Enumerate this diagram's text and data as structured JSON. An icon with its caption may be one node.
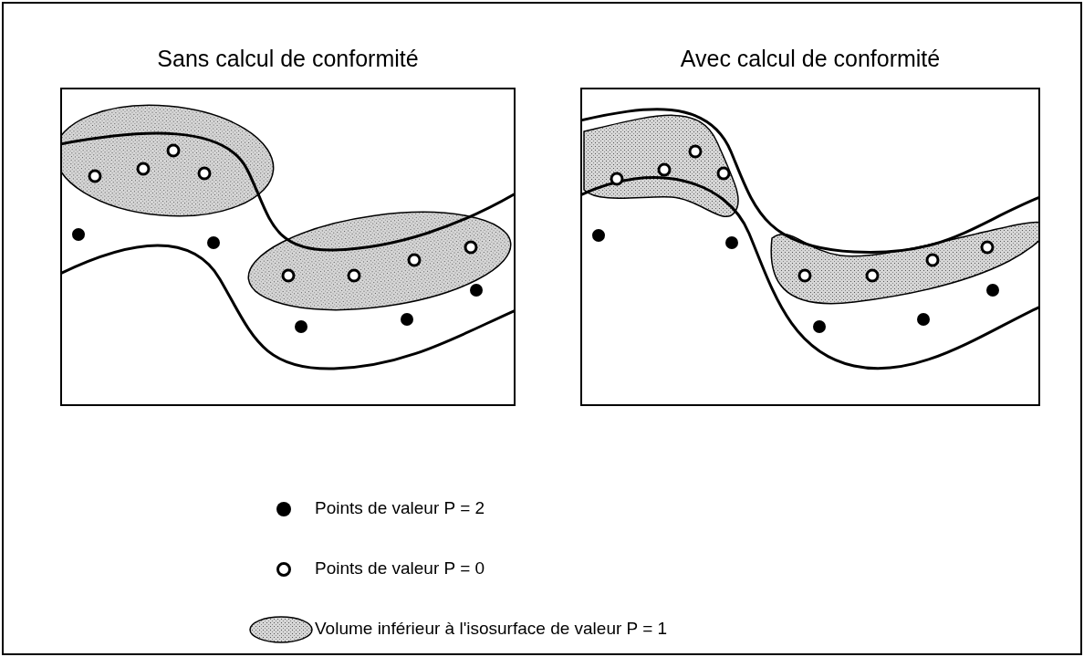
{
  "diagram": {
    "nodes": [
      {
        "text": [
          "Sans calcul de conformité"
        ]
      },
      {
        "text": [
          "Avec calcul de conformité"
        ]
      }
    ],
    "legend": [
      {
        "text": "Points de valeur P = 2"
      },
      {
        "text": "Points de valeur P = 0"
      },
      {
        "text": "Volume inférieur à l'isosurface de valeur P = 1"
      }
    ]
  }
}
